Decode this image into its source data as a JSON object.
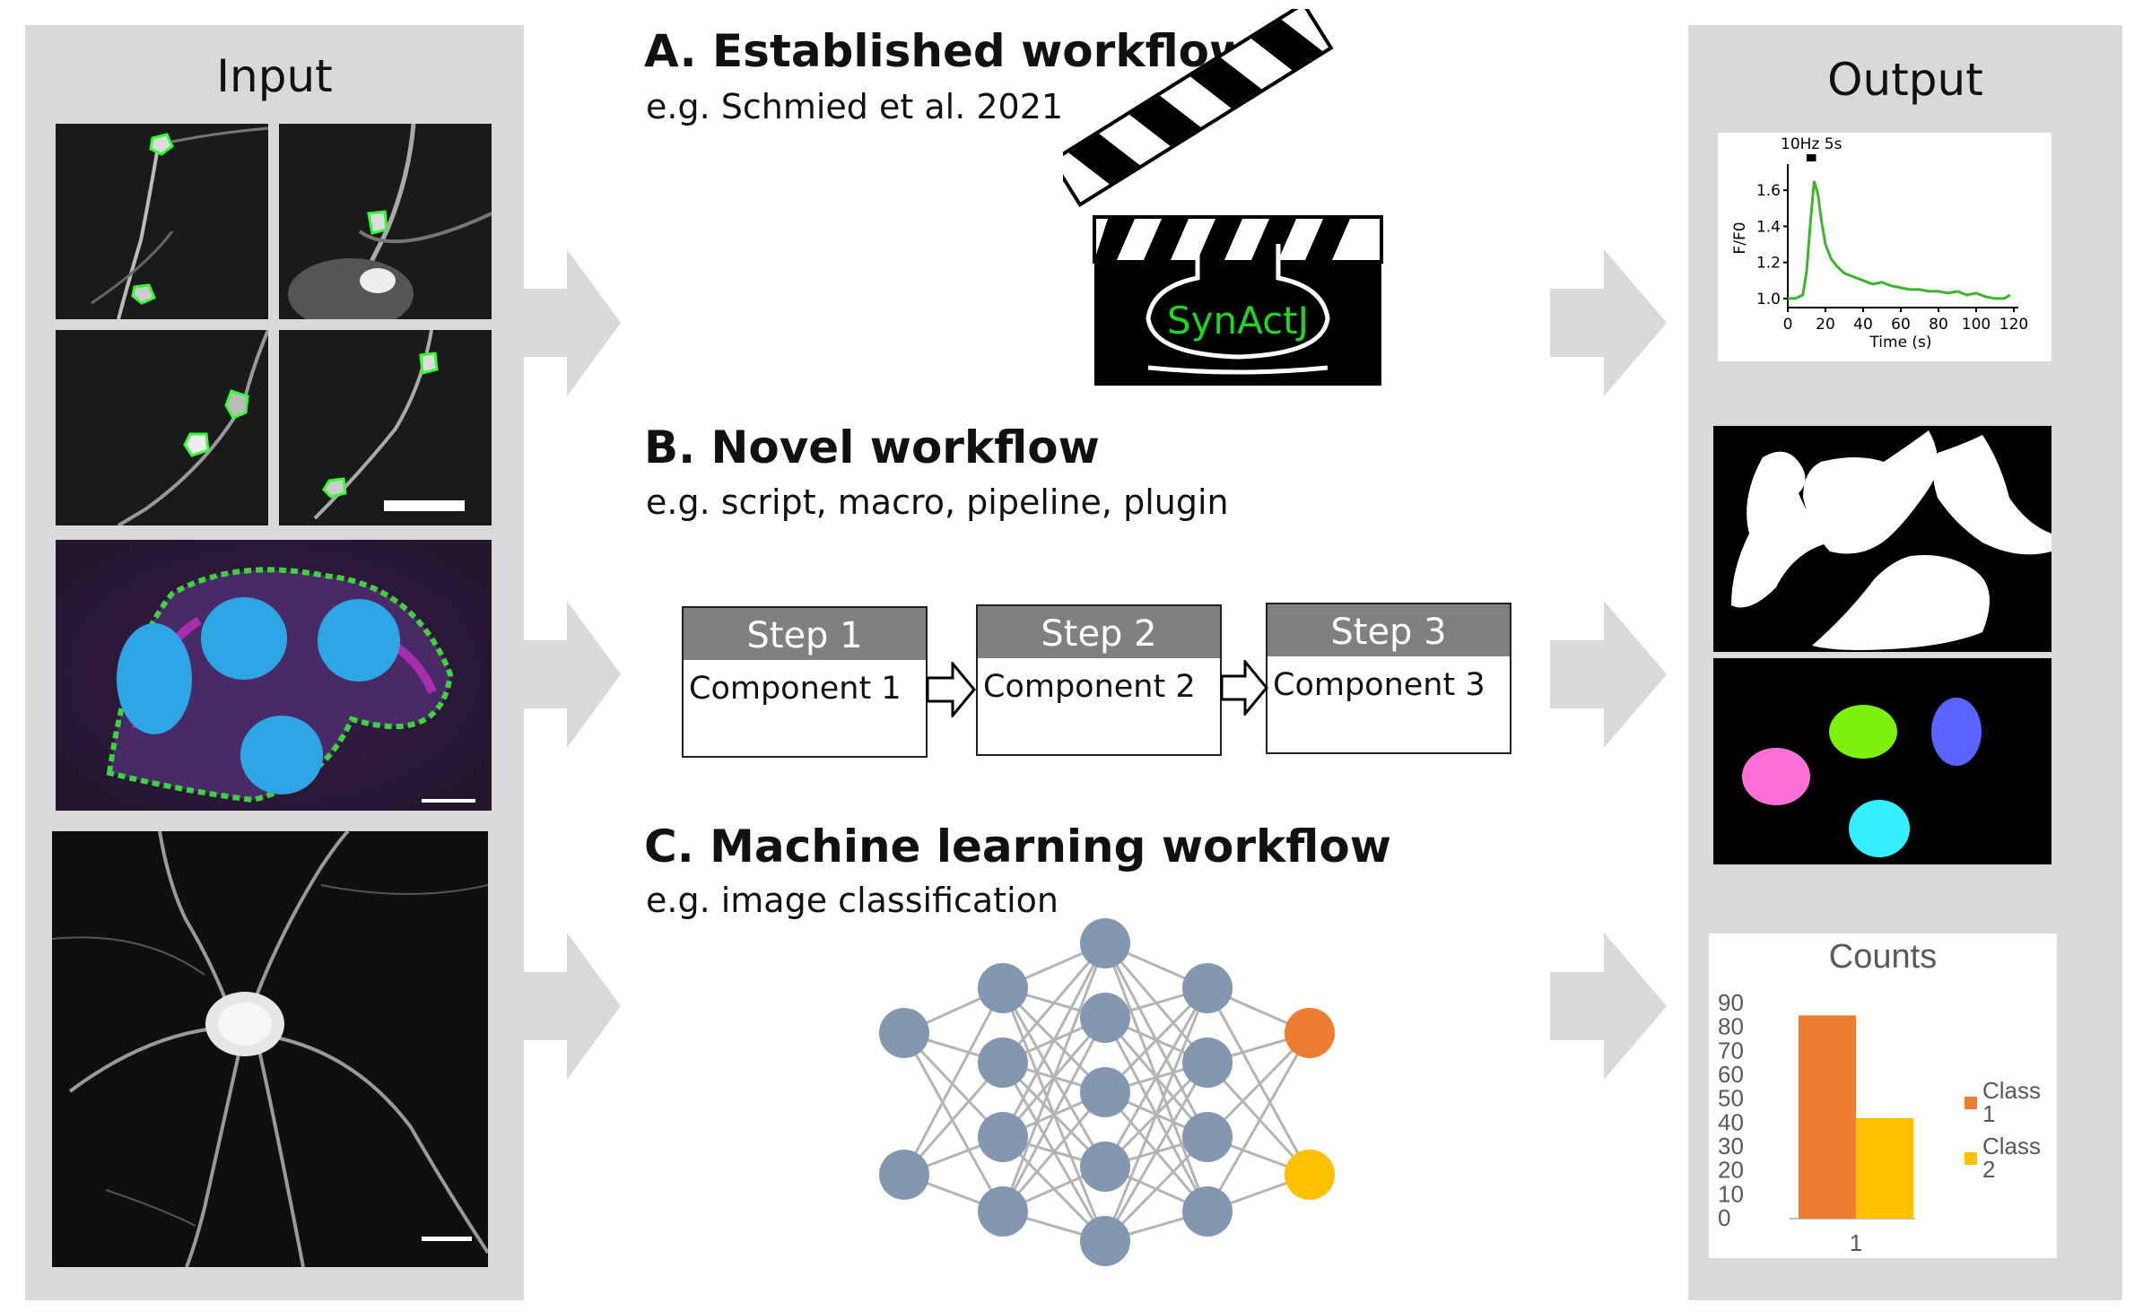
{
  "input_panel": {
    "title": "Input"
  },
  "output_panel": {
    "title": "Output"
  },
  "workflows": {
    "a": {
      "title": "A. Established workflow",
      "subtitle": "e.g. Schmied et al. 2021",
      "logo_text": "SynActJ"
    },
    "b": {
      "title": "B. Novel workflow",
      "subtitle": "e.g. script, macro, pipeline, plugin",
      "steps": [
        {
          "label": "Step 1",
          "component": "Component 1"
        },
        {
          "label": "Step 2",
          "component": "Component 2"
        },
        {
          "label": "Step 3",
          "component": "Component 3"
        }
      ]
    },
    "c": {
      "title": "C. Machine learning workflow",
      "subtitle": "e.g. image classification"
    }
  },
  "chart_data": [
    {
      "type": "line",
      "annotation": "10Hz 5s",
      "xlabel": "Time (s)",
      "ylabel": "F/F0",
      "xticks": [
        "0",
        "20",
        "40",
        "60",
        "80",
        "100",
        "120"
      ],
      "yticks": [
        "1.0",
        "1.2",
        "1.4",
        "1.6"
      ],
      "xlim": [
        0,
        120
      ],
      "ylim": [
        0.95,
        1.72
      ],
      "series": [
        {
          "color": "#3cb52c",
          "x": [
            0,
            4,
            8,
            10,
            12,
            14,
            16,
            18,
            20,
            23,
            26,
            30,
            35,
            40,
            45,
            50,
            55,
            60,
            65,
            70,
            75,
            80,
            85,
            90,
            95,
            100,
            105,
            110,
            115,
            118
          ],
          "y": [
            1.0,
            1.0,
            1.02,
            1.15,
            1.42,
            1.65,
            1.58,
            1.42,
            1.3,
            1.22,
            1.18,
            1.14,
            1.12,
            1.1,
            1.08,
            1.09,
            1.07,
            1.06,
            1.05,
            1.05,
            1.04,
            1.04,
            1.03,
            1.04,
            1.02,
            1.03,
            1.01,
            1.0,
            1.0,
            1.02
          ]
        }
      ]
    },
    {
      "type": "bar",
      "title": "Counts",
      "categories": [
        "1"
      ],
      "yticks": [
        "90",
        "80",
        "70",
        "60",
        "50",
        "40",
        "30",
        "20",
        "10",
        "0"
      ],
      "ylim": [
        0,
        90
      ],
      "series": [
        {
          "name": "Class 1",
          "color": "#ed7d31",
          "values": [
            85
          ]
        },
        {
          "name": "Class 2",
          "color": "#ffc000",
          "values": [
            42
          ]
        }
      ]
    }
  ]
}
